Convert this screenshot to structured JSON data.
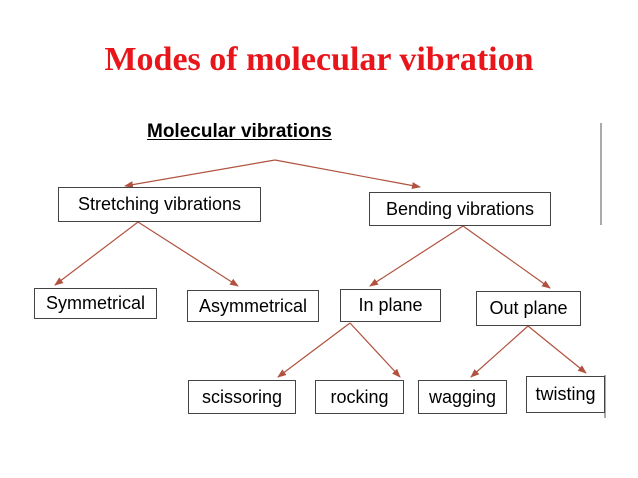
{
  "slide": {
    "title": "Modes of molecular vibration",
    "title_color": "#e8151b",
    "connector_color": "#b0523f"
  },
  "diagram": {
    "heading": "Molecular vibrations",
    "nodes": {
      "stretching": "Stretching vibrations",
      "bending": "Bending vibrations",
      "symmetrical": "Symmetrical",
      "asymmetrical": "Asymmetrical",
      "in_plane": "In plane",
      "out_plane": "Out plane",
      "scissoring": "scissoring",
      "rocking": "rocking",
      "wagging": "wagging",
      "twisting": "twisting"
    }
  }
}
